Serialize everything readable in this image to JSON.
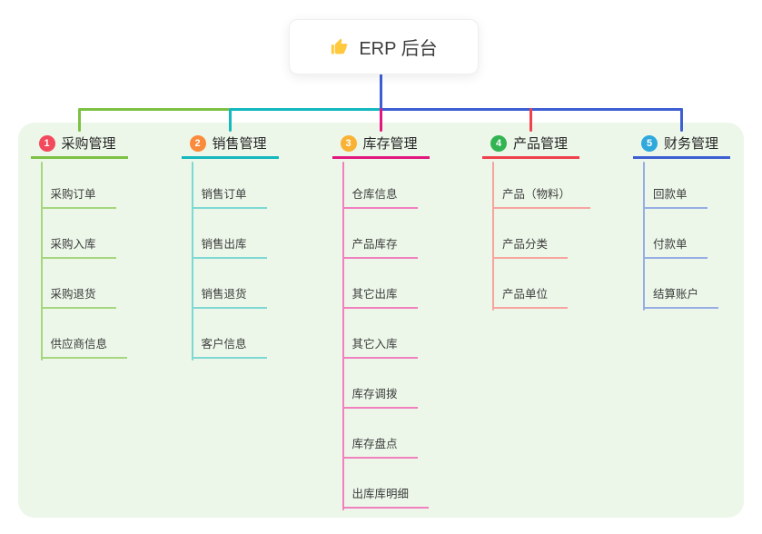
{
  "root": {
    "title": "ERP 后台",
    "icon": "thumbs-up-icon"
  },
  "colors": {
    "panel_bg": "#ECF7E9",
    "root_line": "#3D5FD3",
    "thumb_icon": "#FFC83D"
  },
  "branches": [
    {
      "number": "1",
      "title": "采购管理",
      "badge_color": "#F2495C",
      "line_color": "#7CC143",
      "child_line_color": "#A6D67E",
      "children": [
        "采购订单",
        "采购入库",
        "采购退货",
        "供应商信息"
      ]
    },
    {
      "number": "2",
      "title": "销售管理",
      "badge_color": "#FA8B3C",
      "line_color": "#14B8BE",
      "child_line_color": "#7ED8D3",
      "children": [
        "销售订单",
        "销售出库",
        "销售退货",
        "客户信息"
      ]
    },
    {
      "number": "3",
      "title": "库存管理",
      "badge_color": "#F9B234",
      "line_color": "#E0187F",
      "child_line_color": "#F180BE",
      "children": [
        "仓库信息",
        "产品库存",
        "其它出库",
        "其它入库",
        "库存调拨",
        "库存盘点",
        "出库库明细"
      ]
    },
    {
      "number": "4",
      "title": "产品管理",
      "badge_color": "#33B453",
      "line_color": "#F0414D",
      "child_line_color": "#F7A49F",
      "children": [
        "产品（物料）",
        "产品分类",
        "产品单位"
      ]
    },
    {
      "number": "5",
      "title": "财务管理",
      "badge_color": "#2FA8DC",
      "line_color": "#3D5FD3",
      "child_line_color": "#97AEE4",
      "children": [
        "回款单",
        "付款单",
        "结算账户"
      ]
    }
  ]
}
